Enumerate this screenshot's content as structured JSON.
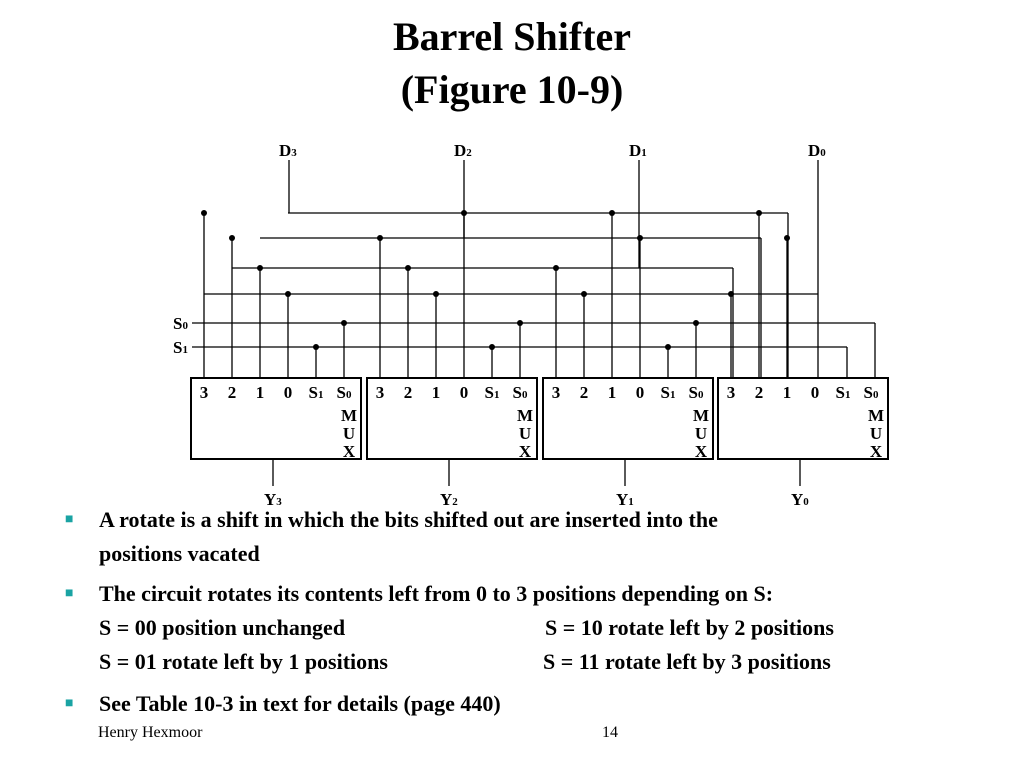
{
  "slide": {
    "title_line1": "Barrel Shifter",
    "title_line2": "(Figure 10-9)",
    "footer_author": "Henry Hexmoor",
    "page_number": "14"
  },
  "diagram": {
    "inputs": [
      {
        "main": "D",
        "sub": "3"
      },
      {
        "main": "D",
        "sub": "2"
      },
      {
        "main": "D",
        "sub": "1"
      },
      {
        "main": "D",
        "sub": "0"
      }
    ],
    "selects": [
      {
        "main": "S",
        "sub": "0"
      },
      {
        "main": "S",
        "sub": "1"
      }
    ],
    "outputs": [
      {
        "main": "Y",
        "sub": "3"
      },
      {
        "main": "Y",
        "sub": "2"
      },
      {
        "main": "Y",
        "sub": "1"
      },
      {
        "main": "Y",
        "sub": "0"
      }
    ],
    "mux_pins": [
      "3",
      "2",
      "1",
      "0",
      "S1",
      "S0"
    ],
    "mux_label": [
      "M",
      "U",
      "X"
    ]
  },
  "bullets": [
    {
      "lines": [
        [
          "A rotate is a shift in which the bits shifted out are inserted into the"
        ],
        [
          "positions vacated"
        ]
      ]
    },
    {
      "lines": [
        [
          "The circuit rotates its contents left from 0 to 3 positions depending on S:"
        ],
        [
          "S = 00 position unchanged",
          "S = 10 rotate left by 2 positions"
        ],
        [
          "S = 01 rotate left by 1 positions",
          "S = 11 rotate left by 3 positions"
        ]
      ]
    },
    {
      "lines": [
        [
          "See Table 10-3 in text for details (page 440)"
        ]
      ]
    }
  ]
}
